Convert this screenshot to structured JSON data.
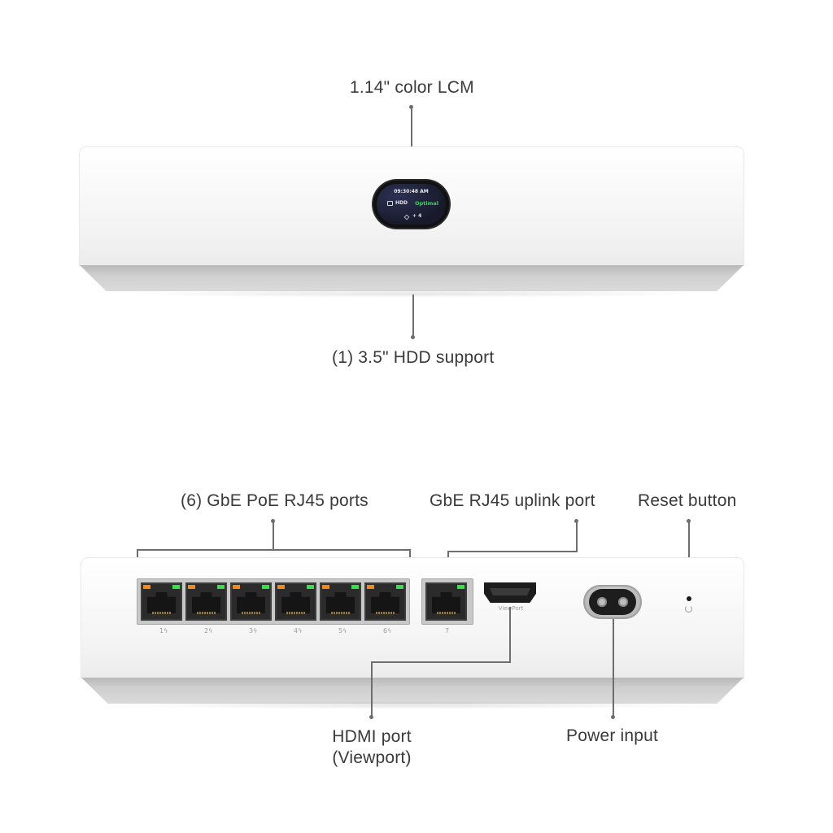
{
  "front": {
    "callout_top": "1.14\" color LCM",
    "callout_bottom": "(1) 3.5\" HDD support",
    "display": {
      "time": "09:30:48 AM",
      "hdd_label": "HDD",
      "hdd_status": "Optimal",
      "device_count": "+ 4"
    }
  },
  "back": {
    "callouts": {
      "poe_ports": "(6) GbE PoE RJ45 ports",
      "uplink_port": "GbE RJ45 uplink port",
      "reset_button": "Reset button",
      "hdmi_port_line1": "HDMI port",
      "hdmi_port_line2": "(Viewport)",
      "power_input": "Power input"
    },
    "port_labels": [
      "1",
      "2",
      "3",
      "4",
      "5",
      "6"
    ],
    "uplink_label": "7",
    "hdmi_label": "ViewPort"
  },
  "colors": {
    "led_orange": "#f08a1c",
    "led_green": "#35e04a",
    "status_green": "#2fd85a"
  },
  "icons": [
    "hdd-icon",
    "cube-icon",
    "poe-bolt-icon",
    "reset-icon"
  ]
}
